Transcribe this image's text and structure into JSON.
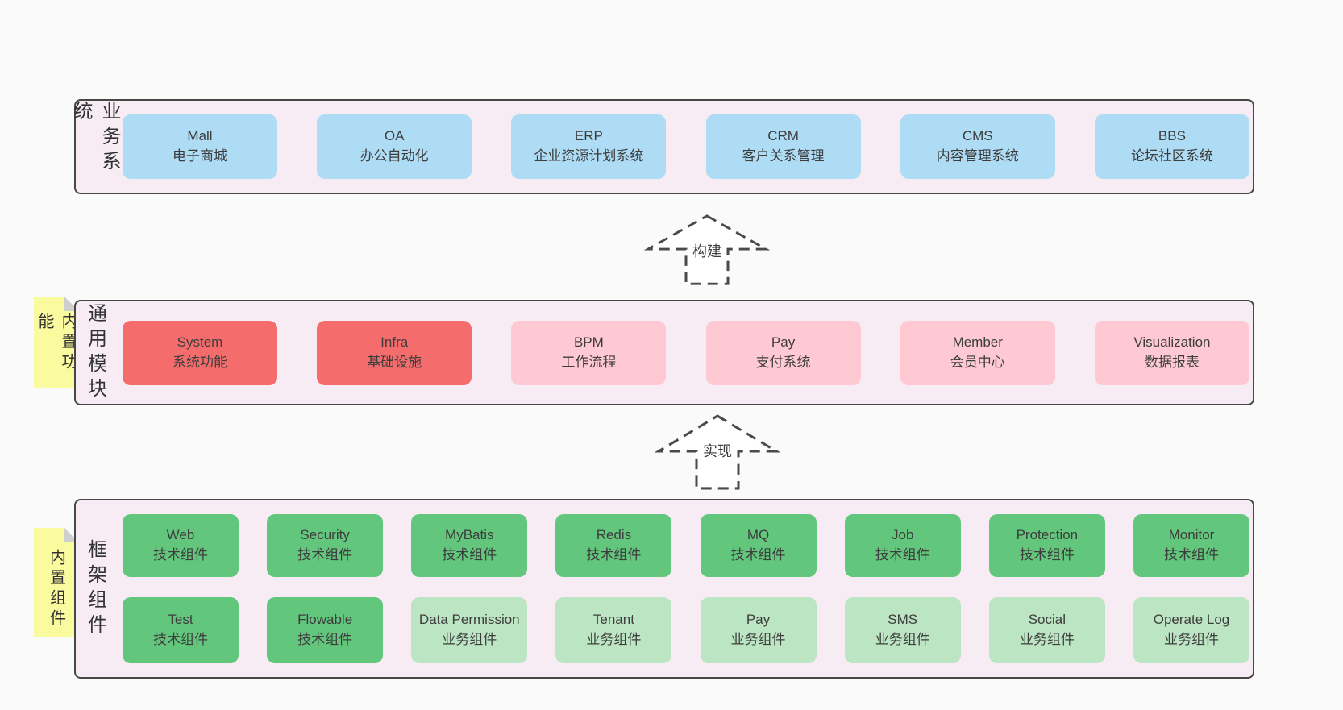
{
  "palette": {
    "page_bg": "#fafafa",
    "layer_bg": "#f8ecf4",
    "layer_border": "#474747",
    "blue_box": "#aedcf5",
    "red_box": "#f56c6c",
    "pink_box": "#fec9d2",
    "green_box": "#63c67d",
    "light_green_box": "#bce5c3",
    "note_bg": "#fafa9e",
    "note_fold": "#cfcfcf",
    "arrow_stroke": "#4a4a4a",
    "text": "#3d3d3d"
  },
  "arrows": [
    {
      "label": "构建"
    },
    {
      "label": "实现"
    }
  ],
  "layers": [
    {
      "label": "业务系统",
      "boxes": [
        {
          "name": "Mall",
          "desc": "电子商城",
          "variant": "blue"
        },
        {
          "name": "OA",
          "desc": "办公自动化",
          "variant": "blue"
        },
        {
          "name": "ERP",
          "desc": "企业资源计划系统",
          "variant": "blue"
        },
        {
          "name": "CRM",
          "desc": "客户关系管理",
          "variant": "blue"
        },
        {
          "name": "CMS",
          "desc": "内容管理系统",
          "variant": "blue"
        },
        {
          "name": "BBS",
          "desc": "论坛社区系统",
          "variant": "blue"
        }
      ]
    },
    {
      "label": "通用模块",
      "note": "内置功能",
      "boxes": [
        {
          "name": "System",
          "desc": "系统功能",
          "variant": "red"
        },
        {
          "name": "Infra",
          "desc": "基础设施",
          "variant": "red"
        },
        {
          "name": "BPM",
          "desc": "工作流程",
          "variant": "pink"
        },
        {
          "name": "Pay",
          "desc": "支付系统",
          "variant": "pink"
        },
        {
          "name": "Member",
          "desc": "会员中心",
          "variant": "pink"
        },
        {
          "name": "Visualization",
          "desc": "数据报表",
          "variant": "pink"
        }
      ]
    },
    {
      "label": "框架组件",
      "note": "内置组件",
      "rows": [
        [
          {
            "name": "Web",
            "desc": "技术组件",
            "variant": "green"
          },
          {
            "name": "Security",
            "desc": "技术组件",
            "variant": "green"
          },
          {
            "name": "MyBatis",
            "desc": "技术组件",
            "variant": "green"
          },
          {
            "name": "Redis",
            "desc": "技术组件",
            "variant": "green"
          },
          {
            "name": "MQ",
            "desc": "技术组件",
            "variant": "green"
          },
          {
            "name": "Job",
            "desc": "技术组件",
            "variant": "green"
          },
          {
            "name": "Protection",
            "desc": "技术组件",
            "variant": "green"
          },
          {
            "name": "Monitor",
            "desc": "技术组件",
            "variant": "green"
          }
        ],
        [
          {
            "name": "Test",
            "desc": "技术组件",
            "variant": "green"
          },
          {
            "name": "Flowable",
            "desc": "技术组件",
            "variant": "green"
          },
          {
            "name": "Data Permission",
            "desc": "业务组件",
            "variant": "lightgreen"
          },
          {
            "name": "Tenant",
            "desc": "业务组件",
            "variant": "lightgreen"
          },
          {
            "name": "Pay",
            "desc": "业务组件",
            "variant": "lightgreen"
          },
          {
            "name": "SMS",
            "desc": "业务组件",
            "variant": "lightgreen"
          },
          {
            "name": "Social",
            "desc": "业务组件",
            "variant": "lightgreen"
          },
          {
            "name": "Operate Log",
            "desc": "业务组件",
            "variant": "lightgreen"
          }
        ]
      ]
    }
  ]
}
